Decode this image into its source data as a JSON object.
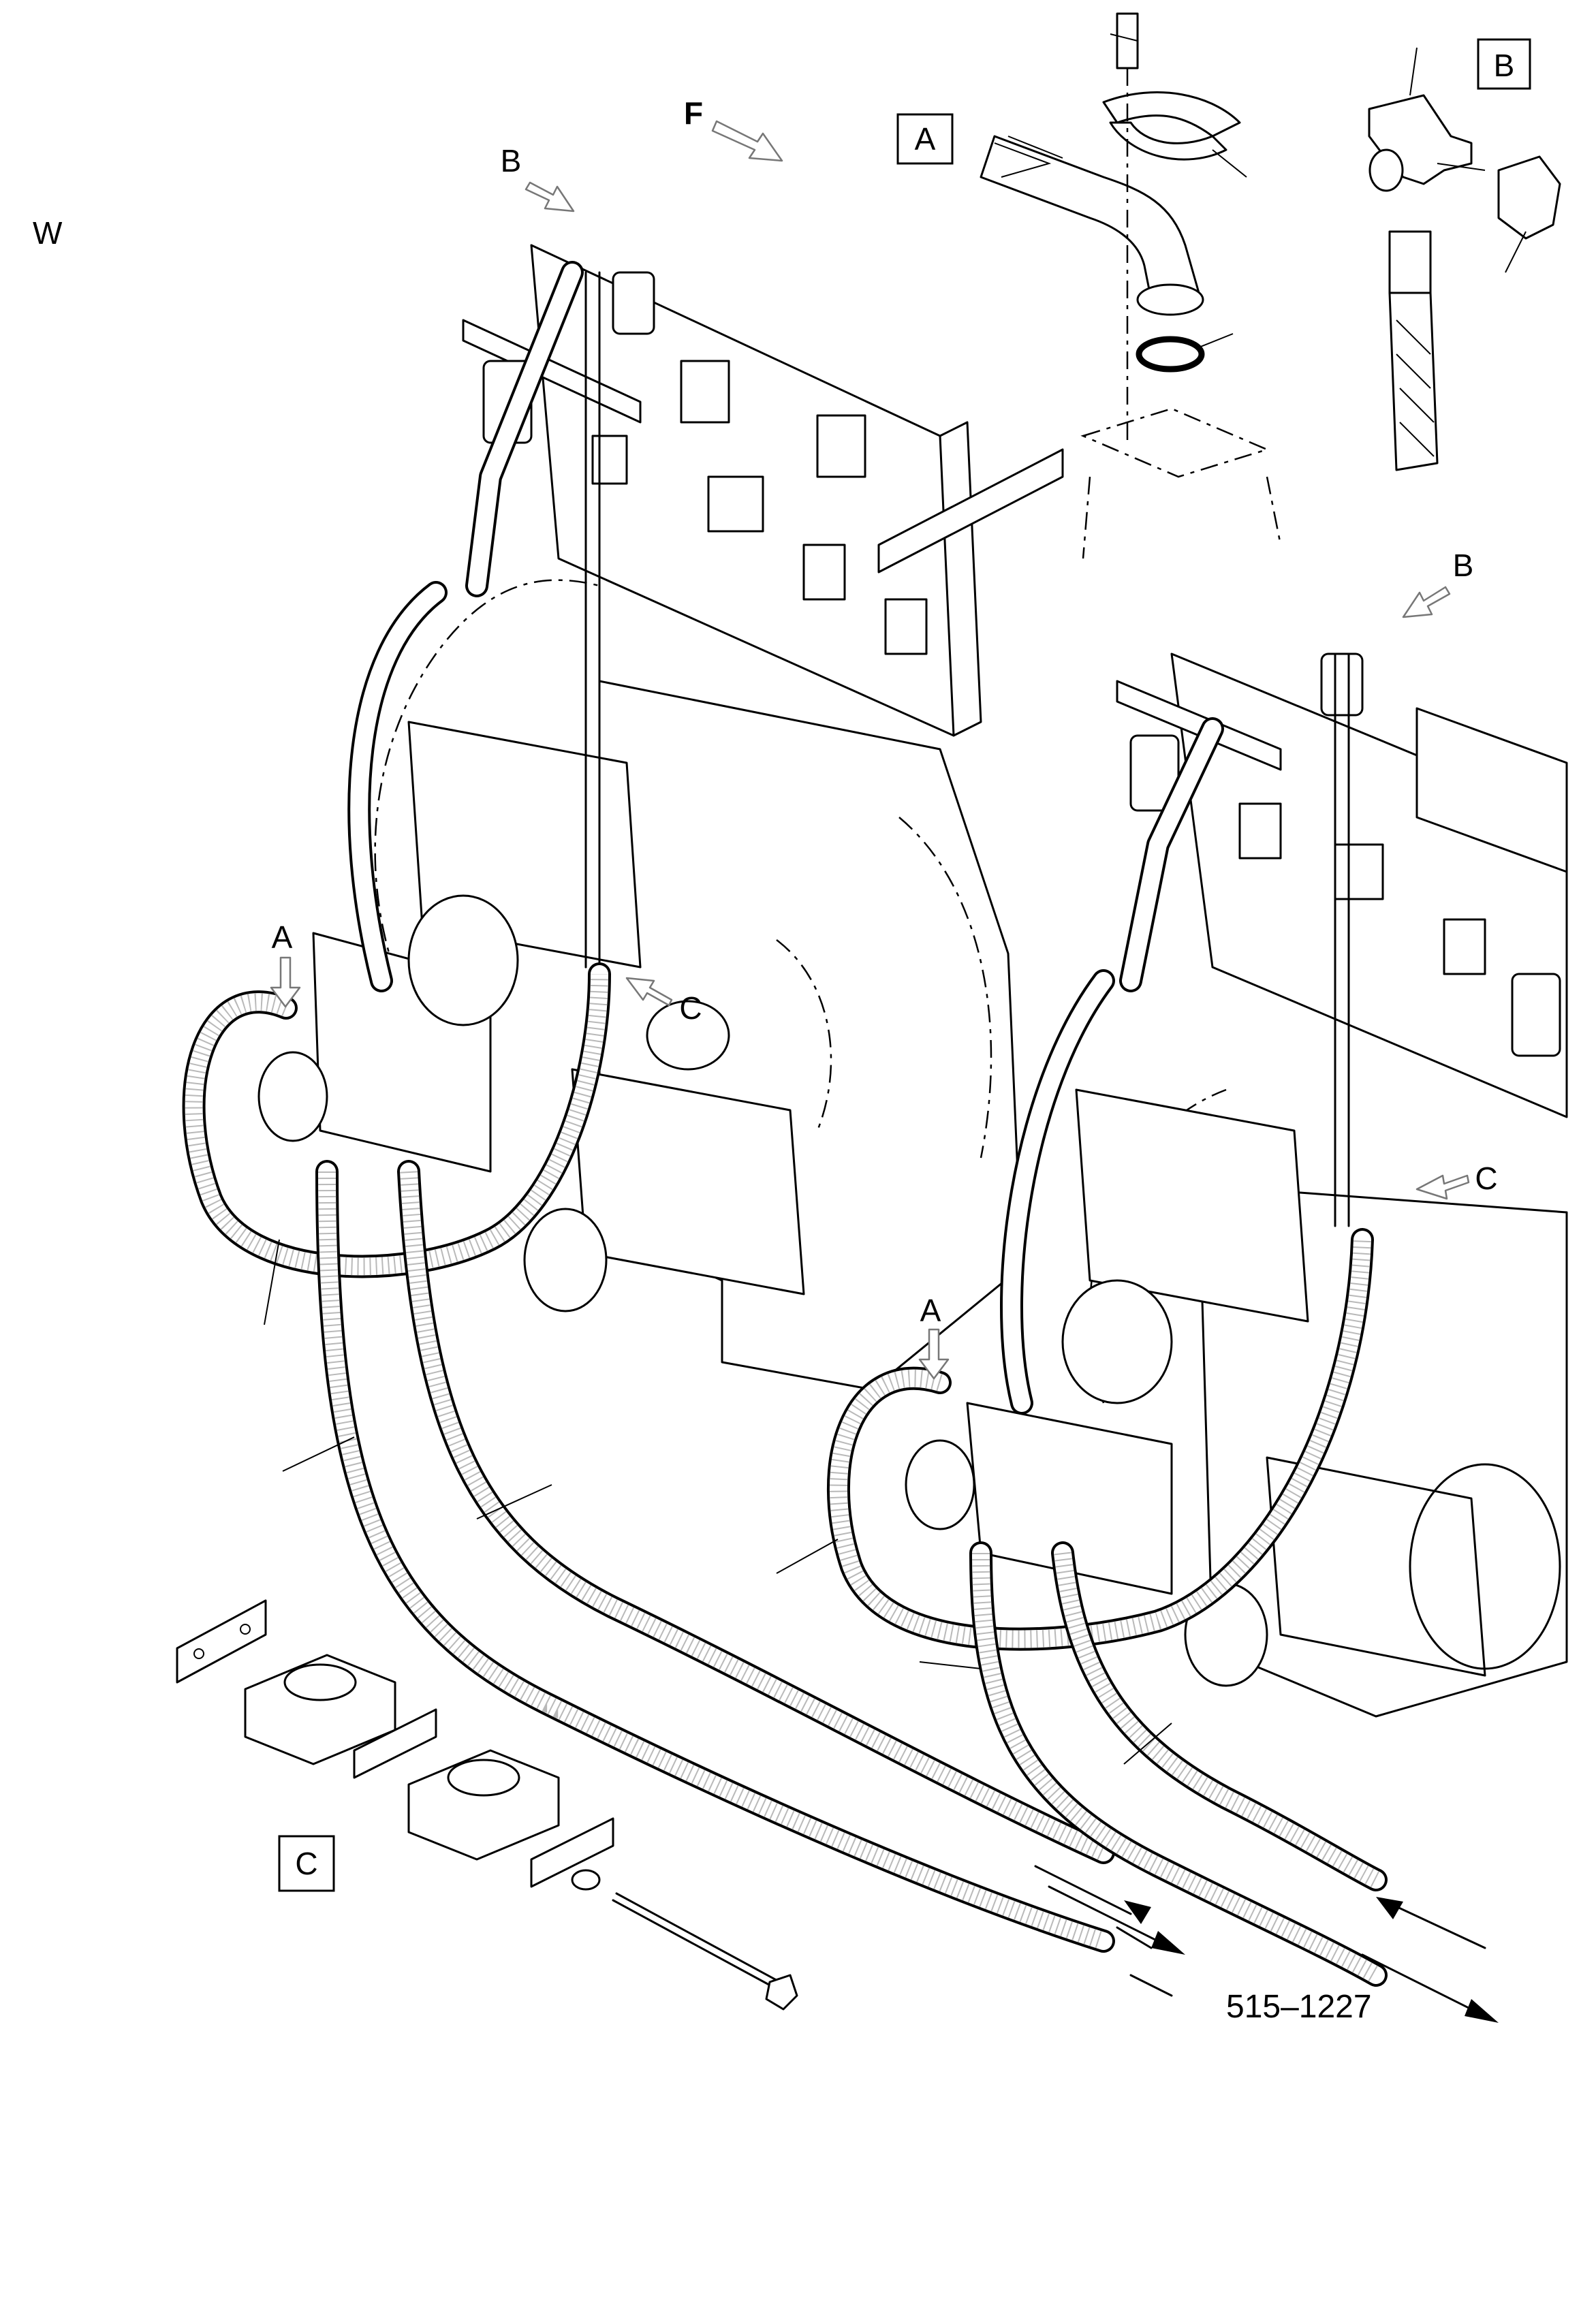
{
  "drawing_number": "515–1227",
  "corner_mark": "W",
  "direction_mark": "F",
  "detail_labels": {
    "a": "A",
    "b": "B",
    "c": "C"
  },
  "callouts": {
    "a1": "A",
    "a2": "A",
    "b1": "B",
    "b2": "B",
    "c1": "C",
    "c2": "C"
  }
}
